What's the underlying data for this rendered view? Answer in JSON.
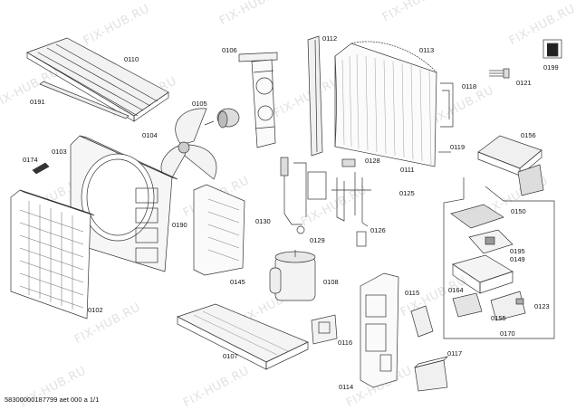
{
  "diagram": {
    "watermark": "FIX-HUB.RU",
    "footer": "58300000187799 aet 000 a 1/1",
    "labels": [
      "0110",
      "0191",
      "0106",
      "0105",
      "0104",
      "0112",
      "0113",
      "0118",
      "0121",
      "0199",
      "0174",
      "0103",
      "0156",
      "0119",
      "0128",
      "0111",
      "0125",
      "0190",
      "0130",
      "0129",
      "0126",
      "0150",
      "0195",
      "0149",
      "0145",
      "0108",
      "0102",
      "0115",
      "0164",
      "0123",
      "0155",
      "0170",
      "0107",
      "0116",
      "0117",
      "0114"
    ]
  }
}
